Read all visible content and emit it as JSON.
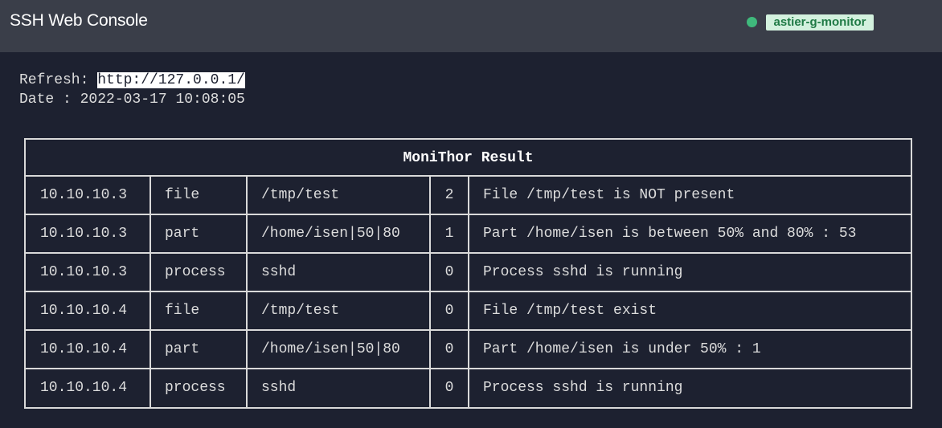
{
  "header": {
    "title": "SSH Web Console",
    "host_badge": "astier-g-monitor",
    "status_color": "#3fb97c"
  },
  "console": {
    "refresh_label": "Refresh: ",
    "refresh_url": "http://127.0.0.1/",
    "date_label": "Date : ",
    "date_value": "2022-03-17 10:08:05"
  },
  "table": {
    "title": "MoniThor Result",
    "rows": [
      {
        "ip": "10.10.10.3",
        "type": "file",
        "target": "/tmp/test",
        "code": "2",
        "message": "File /tmp/test is NOT present"
      },
      {
        "ip": "10.10.10.3",
        "type": "part",
        "target": "/home/isen|50|80",
        "code": "1",
        "message": "Part /home/isen is between 50% and 80% : 53"
      },
      {
        "ip": "10.10.10.3",
        "type": "process",
        "target": "sshd",
        "code": "0",
        "message": "Process sshd is running"
      },
      {
        "ip": "10.10.10.4",
        "type": "file",
        "target": "/tmp/test",
        "code": "0",
        "message": "File /tmp/test exist"
      },
      {
        "ip": "10.10.10.4",
        "type": "part",
        "target": "/home/isen|50|80",
        "code": "0",
        "message": "Part /home/isen is under 50% : 1"
      },
      {
        "ip": "10.10.10.4",
        "type": "process",
        "target": "sshd",
        "code": "0",
        "message": "Process sshd is running"
      }
    ]
  }
}
